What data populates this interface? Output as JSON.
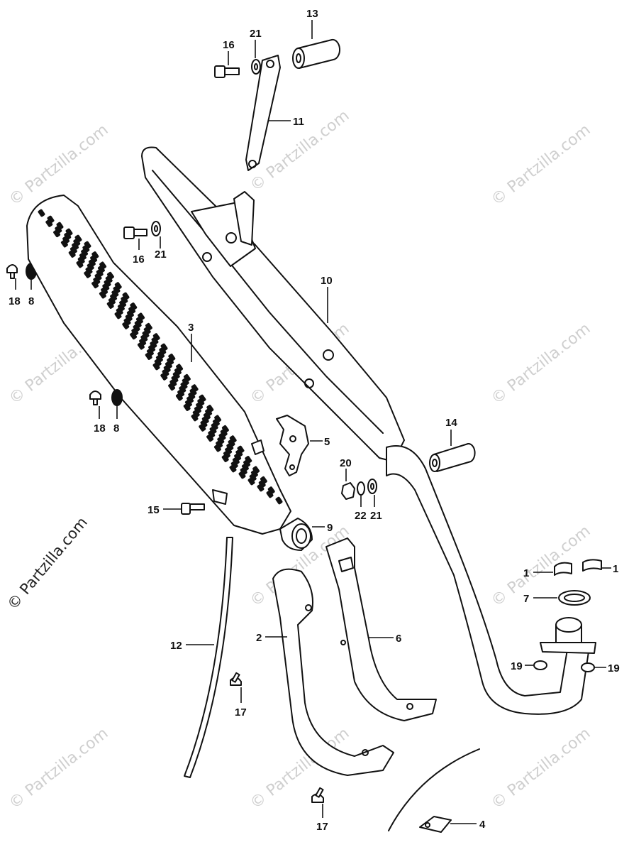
{
  "watermark": {
    "text": "© Partzilla.com"
  },
  "copyright_side": {
    "text": "© Partzilla.com"
  },
  "callouts": {
    "c13": "13",
    "c21a": "21",
    "c16a": "16",
    "c11": "11",
    "c16b": "16",
    "c21b": "21",
    "c18a": "18",
    "c8a": "8",
    "c10": "10",
    "c3": "3",
    "c18b": "18",
    "c8b": "8",
    "c5": "5",
    "c14": "14",
    "c20": "20",
    "c22": "22",
    "c21c": "21",
    "c15": "15",
    "c9": "9",
    "c1a": "1",
    "c1b": "1",
    "c7": "7",
    "c19a": "19",
    "c19b": "19",
    "c12": "12",
    "c2": "2",
    "c6": "6",
    "c17a": "17",
    "c17b": "17",
    "c4": "4"
  }
}
